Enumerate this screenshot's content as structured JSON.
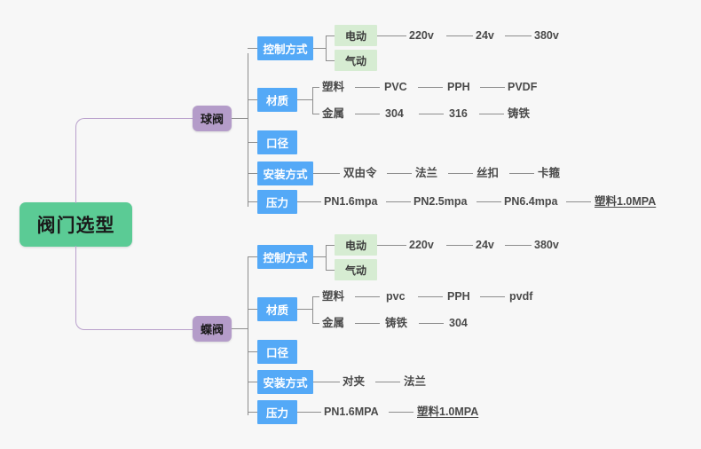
{
  "canvas": {
    "background": "#f7f7f7",
    "connector_color": "#8d8d8d",
    "root_connector_color": "#b9a0cc"
  },
  "colors": {
    "root": "#5bcb95",
    "branch": "#b49cc9",
    "category": "#54a9f7",
    "category_text": "#ffffff",
    "green_leafbox": "#d6ecd2",
    "leaf_text": "#4a4a4a"
  },
  "mindmap": {
    "root": {
      "label": "阀门选型"
    },
    "branches": [
      {
        "id": "ball-valve",
        "label": "球阀",
        "categories": [
          {
            "id": "control-method",
            "label": "控制方式",
            "groups": [
              {
                "label": "电动",
                "boxed": true,
                "leaves": [
                  "220v",
                  "24v",
                  "380v"
                ]
              },
              {
                "label": "气动",
                "boxed": true,
                "leaves": []
              }
            ]
          },
          {
            "id": "material",
            "label": "材质",
            "groups": [
              {
                "label": "塑料",
                "boxed": false,
                "leaves": [
                  "PVC",
                  "PPH",
                  "PVDF"
                ]
              },
              {
                "label": "金属",
                "boxed": false,
                "leaves": [
                  "304",
                  "316",
                  "铸铁"
                ]
              }
            ]
          },
          {
            "id": "caliber",
            "label": "口径",
            "groups": []
          },
          {
            "id": "installation",
            "label": "安装方式",
            "leaves": [
              "双由令",
              "法兰",
              "丝扣",
              "卡箍"
            ]
          },
          {
            "id": "pressure",
            "label": "压力",
            "leaves": [
              "PN1.6mpa",
              "PN2.5mpa",
              "PN6.4mpa",
              "塑料1.0MPA"
            ],
            "underlined_leaves": [
              "塑料1.0MPA"
            ]
          }
        ]
      },
      {
        "id": "butterfly-valve",
        "label": "蝶阀",
        "categories": [
          {
            "id": "control-method",
            "label": "控制方式",
            "groups": [
              {
                "label": "电动",
                "boxed": true,
                "leaves": [
                  "220v",
                  "24v",
                  "380v"
                ]
              },
              {
                "label": "气动",
                "boxed": true,
                "leaves": []
              }
            ]
          },
          {
            "id": "material",
            "label": "材质",
            "groups": [
              {
                "label": "塑料",
                "boxed": false,
                "leaves": [
                  "pvc",
                  "PPH",
                  "pvdf"
                ]
              },
              {
                "label": "金属",
                "boxed": false,
                "leaves": [
                  "铸铁",
                  "304"
                ]
              }
            ]
          },
          {
            "id": "caliber",
            "label": "口径",
            "groups": []
          },
          {
            "id": "installation",
            "label": "安装方式",
            "leaves": [
              "对夹",
              "法兰"
            ]
          },
          {
            "id": "pressure",
            "label": "压力",
            "leaves": [
              "PN1.6MPA",
              "塑料1.0MPA"
            ],
            "underlined_leaves": [
              "塑料1.0MPA"
            ]
          }
        ]
      }
    ]
  }
}
